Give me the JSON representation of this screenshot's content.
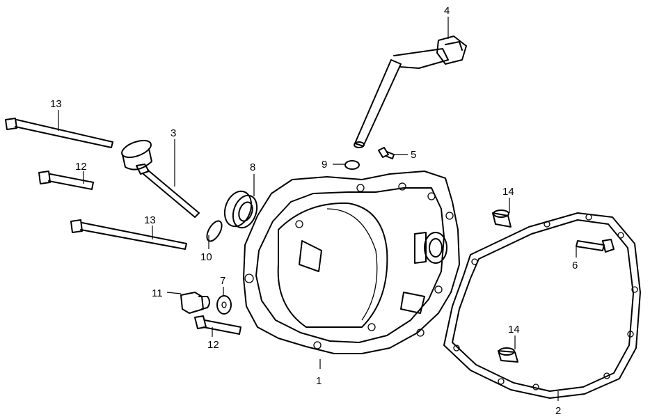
{
  "callouts": {
    "c1": "1",
    "c2": "2",
    "c3": "3",
    "c4": "4",
    "c5": "5",
    "c6": "6",
    "c7": "7",
    "c8": "8",
    "c9": "9",
    "c10": "10",
    "c11": "11",
    "c12a": "12",
    "c12b": "12",
    "c13a": "13",
    "c13b": "13",
    "c14a": "14",
    "c14b": "14"
  }
}
